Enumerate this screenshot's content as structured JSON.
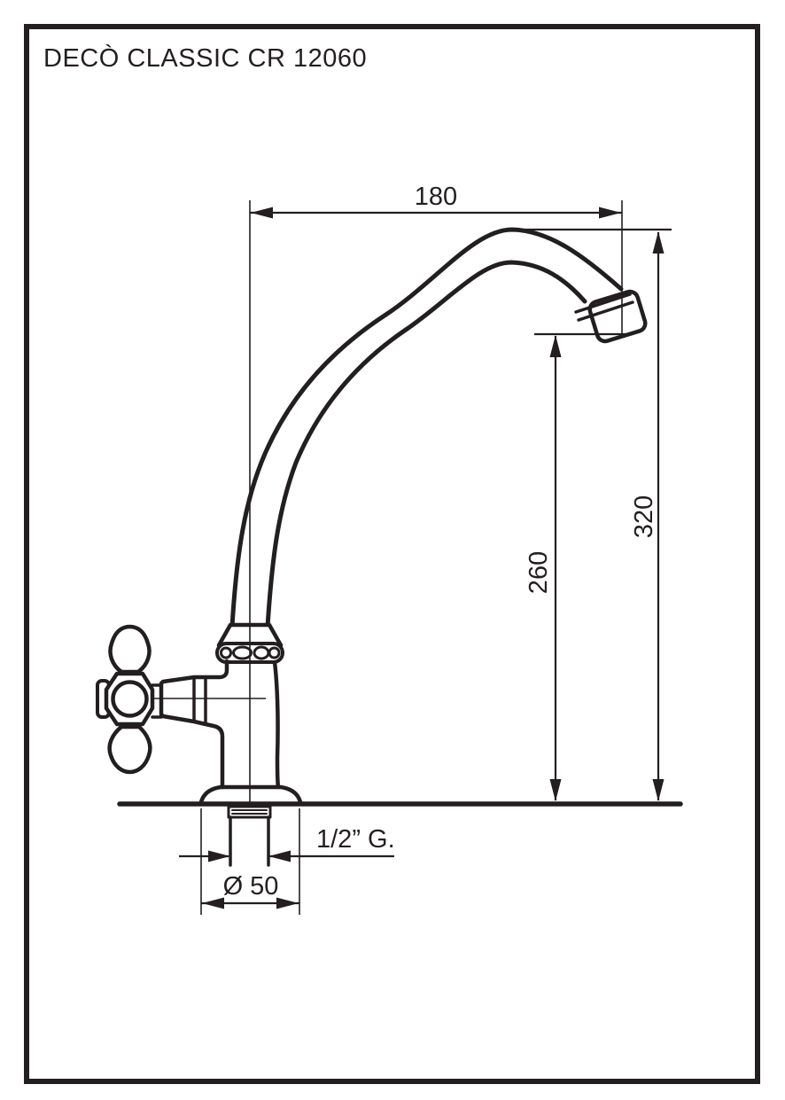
{
  "page": {
    "title": "DECÒ CLASSIC CR 12060",
    "line_color": "#231f20",
    "background": "#ffffff"
  },
  "drawing": {
    "labels": {
      "reach": "180",
      "total_height": "320",
      "spout_height": "260",
      "thread": "1/2” G.",
      "base_diameter": "Ø 50"
    }
  }
}
